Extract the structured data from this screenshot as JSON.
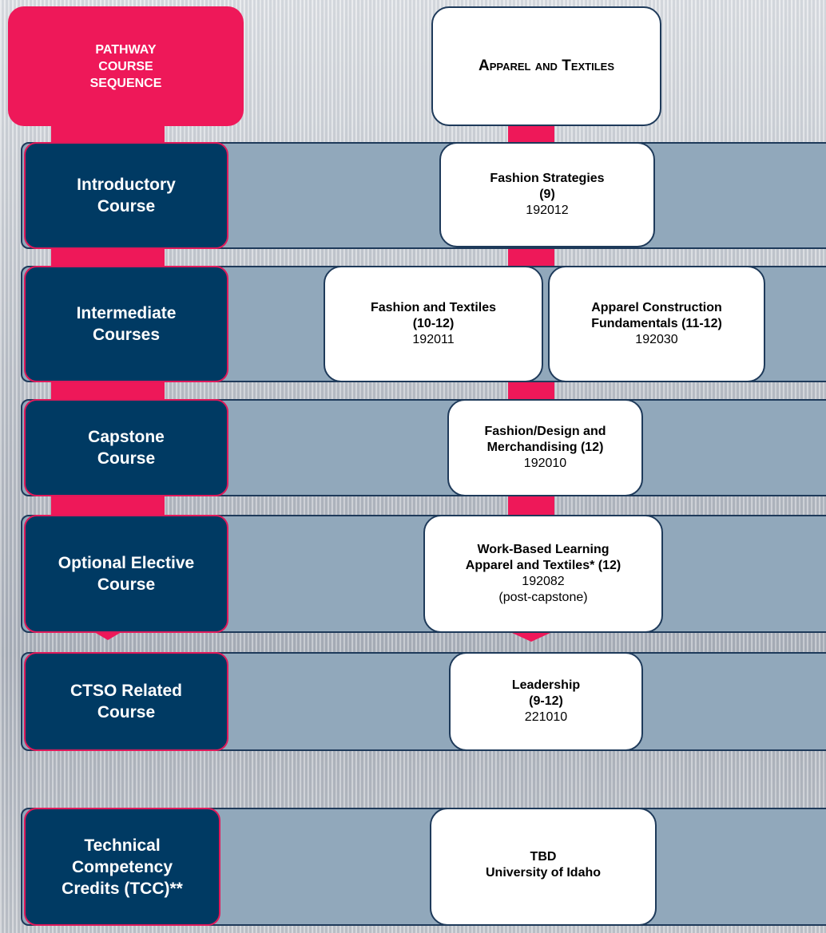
{
  "header": {
    "pathway_label": [
      "PATHWAY",
      "COURSE",
      "SEQUENCE"
    ],
    "pathway_title": "Apparel and Textiles"
  },
  "rows": [
    {
      "label": [
        "Introductory",
        "Course"
      ],
      "courses": [
        {
          "title": [
            "Fashion Strategies",
            "(9)"
          ],
          "code": [
            "192012"
          ]
        }
      ]
    },
    {
      "label": [
        "Intermediate",
        "Courses"
      ],
      "courses": [
        {
          "title": [
            "Fashion and Textiles",
            "(10-12)"
          ],
          "code": [
            "192011"
          ]
        },
        {
          "title": [
            "Apparel Construction",
            "Fundamentals (11-12)"
          ],
          "code": [
            "192030"
          ]
        }
      ]
    },
    {
      "label": [
        "Capstone",
        "Course"
      ],
      "courses": [
        {
          "title": [
            "Fashion/Design and",
            "Merchandising (12)"
          ],
          "code": [
            "192010"
          ]
        }
      ]
    },
    {
      "label": [
        "Optional Elective",
        "Course"
      ],
      "courses": [
        {
          "title": [
            "Work-Based Learning",
            "Apparel and Textiles* (12)"
          ],
          "code": [
            "192082",
            "(post-capstone)"
          ]
        }
      ]
    },
    {
      "label": [
        "CTSO Related",
        "Course"
      ],
      "courses": [
        {
          "title": [
            "Leadership",
            "(9-12)"
          ],
          "code": [
            "221010"
          ]
        }
      ]
    },
    {
      "label": [
        "Technical",
        "Competency",
        "Credits (TCC)**"
      ],
      "courses": [
        {
          "title": [
            "TBD",
            "University of Idaho"
          ],
          "code": []
        }
      ]
    }
  ],
  "colors": {
    "accent_pink": "#ee1859",
    "navy": "#003a63",
    "band_blue": "#91a8bb"
  }
}
